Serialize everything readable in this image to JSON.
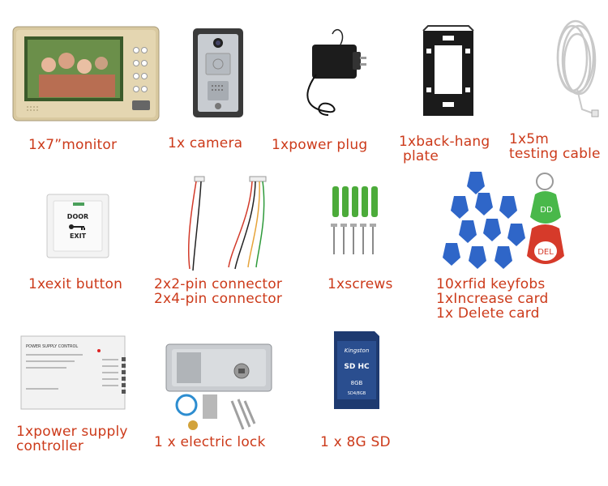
{
  "items": {
    "monitor": {
      "label": "1x7”monitor"
    },
    "camera": {
      "label": "1x camera"
    },
    "power_plug": {
      "label": "1xpower plug"
    },
    "back_hang_plate": {
      "label_line1": "1xback-hang",
      "label_line2": "plate"
    },
    "testing_cable": {
      "label_line1": "1x5m",
      "label_line2": "testing cable"
    },
    "exit_button": {
      "label": "1xexit button",
      "printed_line1": "DOOR",
      "printed_line2": "EXIT"
    },
    "connectors": {
      "label_line1": "2x2-pin connector",
      "label_line2": "2x4-pin connector"
    },
    "screws": {
      "label": "1xscrews"
    },
    "rfid": {
      "label_line1": "10xrfid keyfobs",
      "label_line2": "1xIncrease card",
      "label_line3": "1x Delete card",
      "tag_add": "DD",
      "tag_delete": "DEL"
    },
    "power_supply": {
      "label_line1": "1xpower supply",
      "label_line2": "controller",
      "printed_title": "POWER SUPPLY CONTROL"
    },
    "electric_lock": {
      "label": "1 x electric lock"
    },
    "sd_card": {
      "label": "1 x 8G SD",
      "brand": "Kingston",
      "capacity": "8GB",
      "model": "SD4/8GB",
      "logo": "SD HC"
    }
  },
  "colors": {
    "caption": "#cc3a1a",
    "fob_blue": "#2f66c8",
    "tag_green": "#49b84a",
    "tag_red": "#d63a2a"
  }
}
